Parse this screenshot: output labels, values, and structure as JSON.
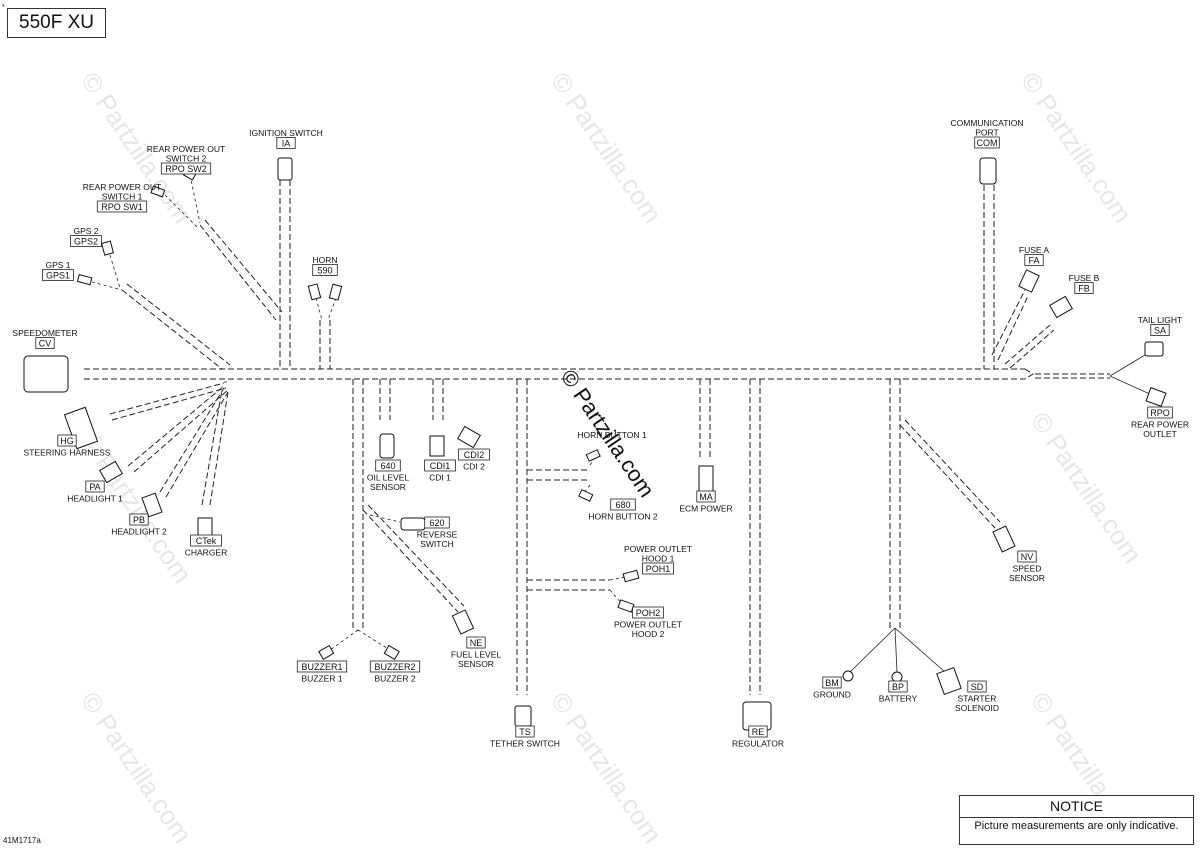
{
  "model": "550F XU",
  "notice": {
    "title": "NOTICE",
    "text": "Picture measurements are only indicative."
  },
  "ref_number": "41M1717a",
  "corner_mark": "*",
  "watermark": "© Partzilla.com",
  "components": [
    {
      "id": "ia",
      "code": "IA",
      "label": [
        "IGNITION SWITCH"
      ]
    },
    {
      "id": "rposw2",
      "code": "RPO SW2",
      "label": [
        "REAR POWER OUT",
        "SWITCH 2"
      ]
    },
    {
      "id": "rposw1",
      "code": "RPO SW1",
      "label": [
        "REAR POWER OUT",
        "SWITCH 1"
      ]
    },
    {
      "id": "gps2",
      "code": "GPS2",
      "label": [
        "GPS 2"
      ]
    },
    {
      "id": "gps1",
      "code": "GPS1",
      "label": [
        "GPS 1"
      ]
    },
    {
      "id": "horn",
      "code": "590",
      "label": [
        "HORN"
      ]
    },
    {
      "id": "cv",
      "code": "CV",
      "label": [
        "SPEEDOMETER"
      ]
    },
    {
      "id": "hg",
      "code": "HG",
      "label": [
        "STEERING HARNESS"
      ]
    },
    {
      "id": "pa",
      "code": "PA",
      "label": [
        "HEADLIGHT 1"
      ]
    },
    {
      "id": "pb",
      "code": "PB",
      "label": [
        "HEADLIGHT 2"
      ]
    },
    {
      "id": "ctek",
      "code": "CTek",
      "label": [
        "CHARGER"
      ]
    },
    {
      "id": "oil",
      "code": "640",
      "label": [
        "OIL LEVEL",
        "SENSOR"
      ]
    },
    {
      "id": "cdi1",
      "code": "CDI1",
      "label": [
        "CDI 1"
      ]
    },
    {
      "id": "cdi2",
      "code": "CDI2",
      "label": [
        "CDI 2"
      ]
    },
    {
      "id": "hb1",
      "code": "",
      "label": [
        "HORN BUTTON 1"
      ]
    },
    {
      "id": "hb2",
      "code": "680",
      "label": [
        "HORN BUTTON 2"
      ]
    },
    {
      "id": "ma",
      "code": "MA",
      "label": [
        "ECM POWER"
      ]
    },
    {
      "id": "rev",
      "code": "620",
      "label": [
        "REVERSE",
        "SWITCH"
      ]
    },
    {
      "id": "poh1",
      "code": "POH1",
      "label": [
        "POWER OUTLET",
        "HOOD 1"
      ]
    },
    {
      "id": "poh2",
      "code": "POH2",
      "label": [
        "POWER OUTLET",
        "HOOD 2"
      ]
    },
    {
      "id": "ne",
      "code": "NE",
      "label": [
        "FUEL LEVEL",
        "SENSOR"
      ]
    },
    {
      "id": "bz1",
      "code": "BUZZER1",
      "label": [
        "BUZZER 1"
      ]
    },
    {
      "id": "bz2",
      "code": "BUZZER2",
      "label": [
        "BUZZER 2"
      ]
    },
    {
      "id": "ts",
      "code": "TS",
      "label": [
        "TETHER SWITCH"
      ]
    },
    {
      "id": "re",
      "code": "RE",
      "label": [
        "REGULATOR"
      ]
    },
    {
      "id": "com",
      "code": "COM",
      "label": [
        "COMMUNICATION",
        "PORT"
      ]
    },
    {
      "id": "fa",
      "code": "FA",
      "label": [
        "FUSE A"
      ]
    },
    {
      "id": "fb",
      "code": "FB",
      "label": [
        "FUSE B"
      ]
    },
    {
      "id": "sa",
      "code": "SA",
      "label": [
        "TAIL LIGHT"
      ]
    },
    {
      "id": "rpo",
      "code": "RPO",
      "label": [
        "REAR POWER",
        "OUTLET"
      ]
    },
    {
      "id": "nv",
      "code": "NV",
      "label": [
        "SPEED",
        "SENSOR"
      ]
    },
    {
      "id": "bm",
      "code": "BM",
      "label": [
        "GROUND"
      ]
    },
    {
      "id": "bp",
      "code": "BP",
      "label": [
        "BATTERY"
      ]
    },
    {
      "id": "sd",
      "code": "SD",
      "label": [
        "STARTER",
        "SOLENOID"
      ]
    }
  ]
}
